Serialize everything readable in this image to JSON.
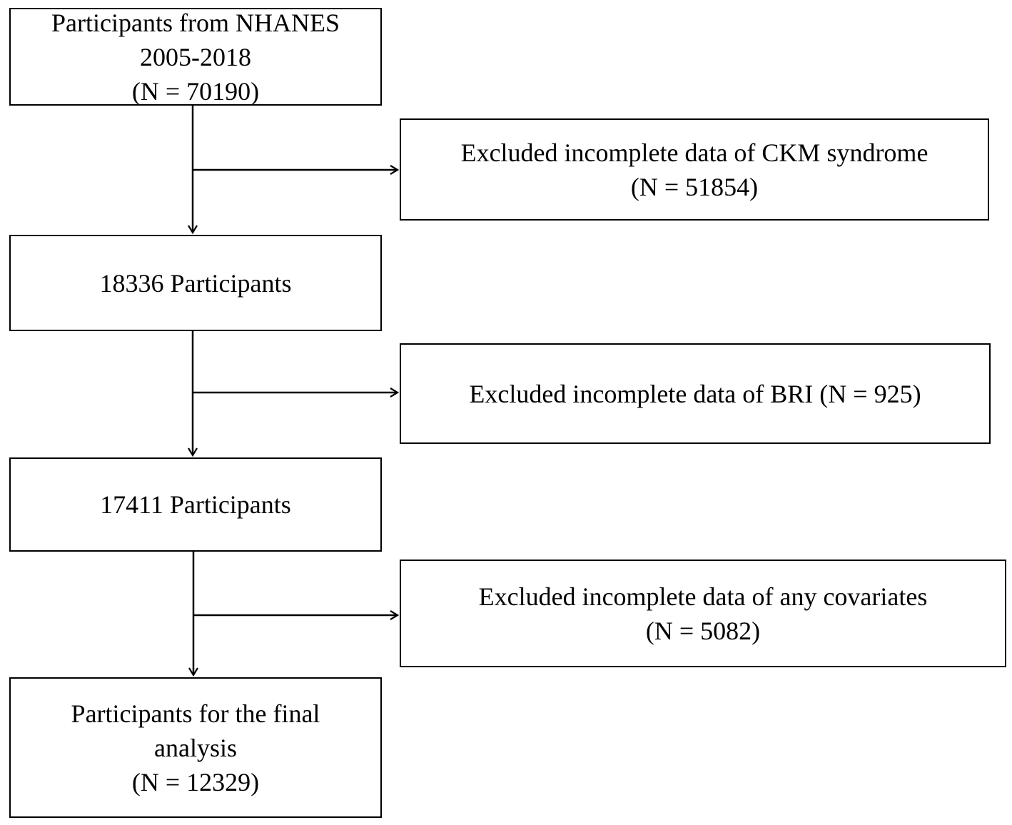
{
  "flowchart": {
    "main_steps": [
      {
        "text": "Participants from NHANES\n2005-2018\n(N = 70190)"
      },
      {
        "text": "18336 Participants"
      },
      {
        "text": "17411 Participants"
      },
      {
        "text": "Participants for the final\nanalysis\n(N = 12329)"
      }
    ],
    "exclusions": [
      {
        "text": "Excluded incomplete data of  CKM syndrome\n(N = 51854)"
      },
      {
        "text": "Excluded incomplete data of BRI (N = 925)"
      },
      {
        "text": "Excluded incomplete data of any covariates\n(N = 5082)"
      }
    ]
  },
  "colors": {
    "line": "#000000",
    "box_border": "#000000",
    "background": "#ffffff"
  }
}
